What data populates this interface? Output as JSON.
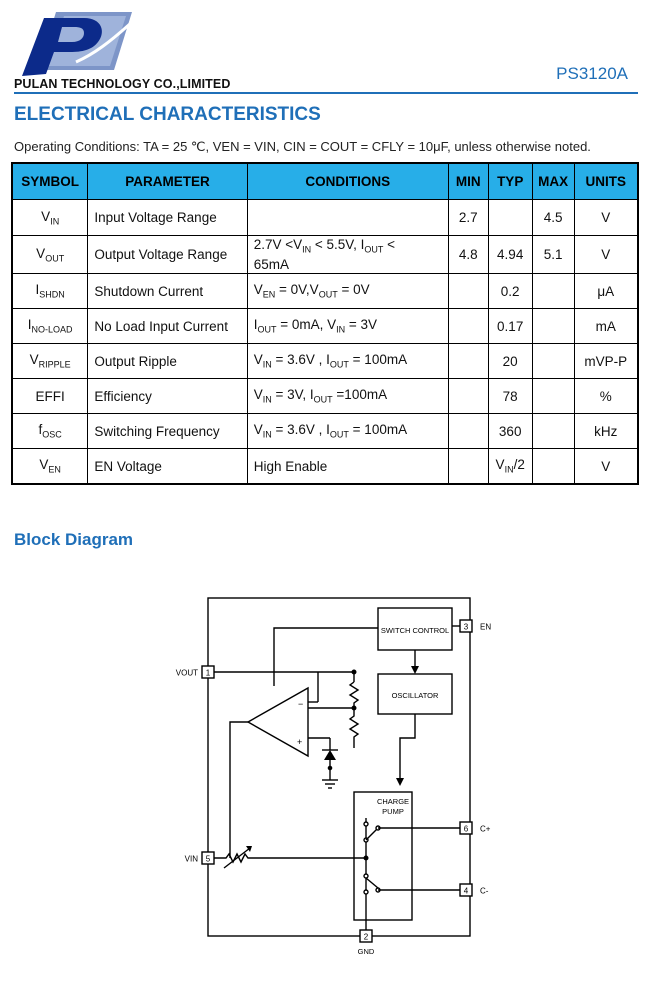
{
  "header": {
    "company": "PULAN TECHNOLOGY CO.,LIMITED",
    "part_number": "PS3120A"
  },
  "section_title": "ELECTRICAL CHARACTERISTICS",
  "operating_conditions": "Operating Conditions: TA = 25 ℃, VEN = VIN, CIN = COUT = CFLY = 10μF, unless otherwise noted.",
  "table": {
    "headers": [
      "SYMBOL",
      "PARAMETER",
      "CONDITIONS",
      "MIN",
      "TYP",
      "MAX",
      "UNITS"
    ],
    "rows": [
      {
        "symbol": "V",
        "sub": "IN",
        "param": "Input Voltage Range",
        "min": "2.7",
        "typ": "",
        "max": "4.5",
        "unit": "V"
      },
      {
        "symbol": "V",
        "sub": "OUT",
        "param": "Output Voltage Range",
        "min": "4.8",
        "typ": "4.94",
        "max": "5.1",
        "unit": "V"
      },
      {
        "symbol": "I",
        "sub": "SHDN",
        "param": "Shutdown Current",
        "min": "",
        "typ": "0.2",
        "max": "",
        "unit": "μA"
      },
      {
        "symbol": "I",
        "sub": "NO-LOAD",
        "param": "No Load Input Current",
        "min": "",
        "typ": "0.17",
        "max": "",
        "unit": "mA"
      },
      {
        "symbol": "V",
        "sub": "RIPPLE",
        "param": "Output Ripple",
        "min": "",
        "typ": "20",
        "max": "",
        "unit": "mVP-P"
      },
      {
        "symbol": "EFFI",
        "sub": "",
        "param": "Efficiency",
        "min": "",
        "typ": "78",
        "max": "",
        "unit": "%"
      },
      {
        "symbol": "f",
        "sub": "OSC",
        "param": "Switching Frequency",
        "min": "",
        "typ": "360",
        "max": "",
        "unit": "kHz"
      },
      {
        "symbol": "V",
        "sub": "EN",
        "param": "EN Voltage",
        "min": "",
        "typ": "",
        "max": "",
        "unit": "V"
      }
    ],
    "cond": {
      "r1_a": "2.7V <V",
      "r1_sub1": "IN",
      "r1_b": " < 5.5V, I",
      "r1_sub2": "OUT",
      "r1_c": " <",
      "r1_d": "65mA",
      "r2_a": "V",
      "r2_sub1": "EN",
      "r2_b": " = 0V,V",
      "r2_sub2": "OUT",
      "r2_c": " = 0V",
      "r3_a": "I",
      "r3_sub1": "OUT",
      "r3_b": " = 0mA, V",
      "r3_sub2": "IN",
      "r3_c": " = 3V",
      "r4_a": "V",
      "r4_sub1": "IN",
      "r4_b": " = 3.6V , I",
      "r4_sub2": "OUT",
      "r4_c": " = 100mA",
      "r5_a": "V",
      "r5_sub1": "IN",
      "r5_b": " = 3V, I",
      "r5_sub2": "OUT",
      "r5_c": " =100mA",
      "r6_a": "V",
      "r6_sub1": "IN",
      "r6_b": " = 3.6V , I",
      "r6_sub2": "OUT",
      "r6_c": " = 100mA",
      "r7": "High Enable"
    },
    "en_typ_a": "V",
    "en_typ_sub": "IN",
    "en_typ_b": "/2"
  },
  "block_title": "Block Diagram",
  "diagram": {
    "switch_control": "SWITCH CONTROL",
    "oscillator": "OSCILLATOR",
    "charge": "CHARGE",
    "pump": "PUMP",
    "pins": {
      "vout_label": "VOUT",
      "vout_num": "1",
      "vin_label": "VIN",
      "vin_num": "5",
      "en_label": "EN",
      "en_num": "3",
      "cp_label": "C+",
      "cp_num": "6",
      "cm_label": "C-",
      "cm_num": "4",
      "gnd_label": "GND",
      "gnd_num": "2"
    },
    "minus": "−",
    "plus": "+"
  }
}
